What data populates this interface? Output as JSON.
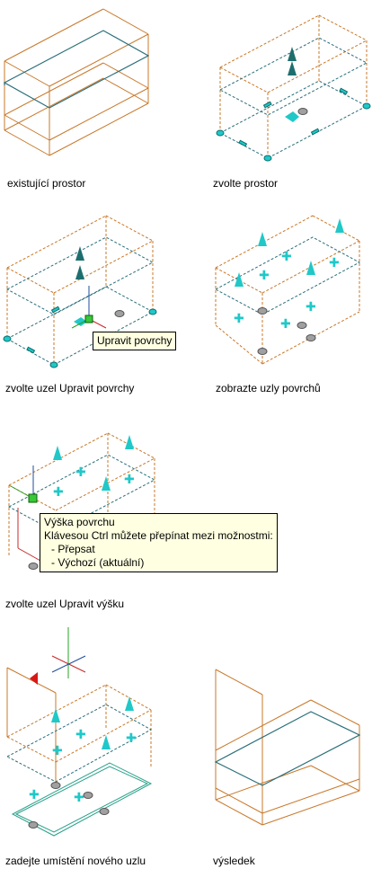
{
  "steps": [
    {
      "caption": "existující prostor"
    },
    {
      "caption": "zvolte prostor"
    },
    {
      "caption": "zvolte uzel Upravit povrchy"
    },
    {
      "caption": "zobrazte uzly povrchů"
    },
    {
      "caption": "zvolte uzel Upravit výšku"
    },
    {
      "caption": "zadejte umístění nového uzlu"
    },
    {
      "caption": "výsledek"
    }
  ],
  "tooltip_surfaces": {
    "text": "Upravit povrchy"
  },
  "tooltip_height": {
    "title": "Výška povrchu",
    "hint": "Klávesou Ctrl můžete přepínat mezi možnostmi:",
    "option1": "- Přepsat",
    "option2": "- Výchozí (aktuální)"
  },
  "colors": {
    "edge": "#c8782a",
    "plane": "#2a6e7a",
    "grip": "#20c8c8",
    "grip_dark": "#1e6e6e",
    "node": "#a0a0a0"
  }
}
